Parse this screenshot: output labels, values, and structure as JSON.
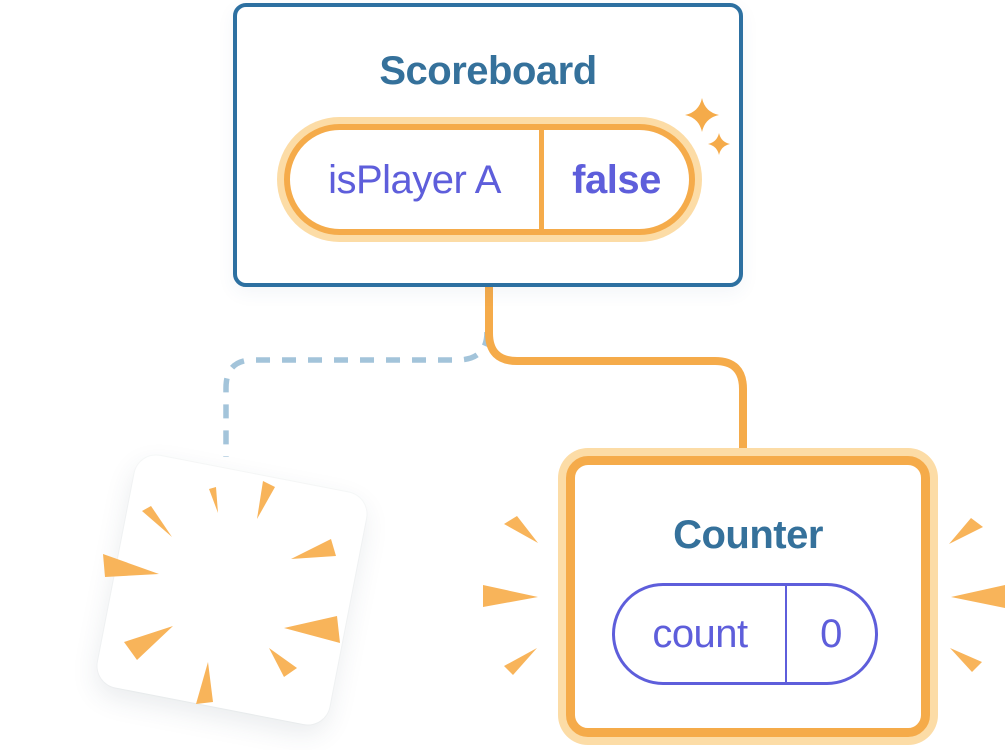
{
  "scoreboard": {
    "title": "Scoreboard",
    "state": {
      "label": "isPlayer A",
      "value": "false"
    }
  },
  "counter": {
    "title": "Counter",
    "state": {
      "label": "count",
      "value": "0"
    }
  },
  "icons": {
    "sparkle": "sparkle-icon",
    "poof_burst": "poof-burst-icon",
    "emphasis_rays": "emphasis-rays-icon"
  },
  "colors": {
    "card_border_blue": "#2d70a1",
    "heading_blue": "#35719b",
    "state_purple": "#5e5edb",
    "orange": "#f5ab4a",
    "orange_halo": "#fcdca6",
    "burst_orange": "#f8b45a",
    "dashed_connector_blue": "#a3c4da",
    "card_background": "#ffffff"
  }
}
